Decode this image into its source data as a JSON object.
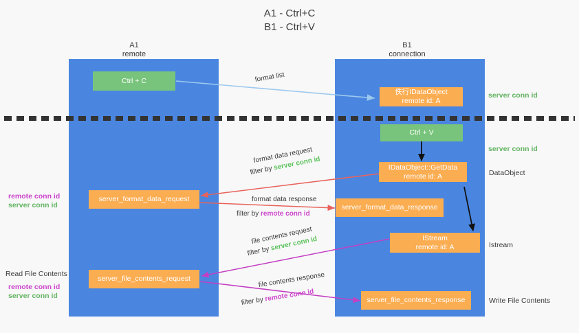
{
  "title": {
    "line1": "A1 - Ctrl+C",
    "line2": "B1 - Ctrl+V"
  },
  "colors": {
    "lane": "#4a86e0",
    "node_green": "#79c47c",
    "node_orange": "#fbad52",
    "server_conn_id": "#64b464",
    "remote_conn_id": "#cc46cc",
    "arrow_light_blue": "#9ec9ef",
    "arrow_red": "#e8635c",
    "arrow_magenta": "#c33fc3",
    "arrow_black": "#111111",
    "background": "#f8f8f8"
  },
  "columns": [
    {
      "name": "A1",
      "sub": "remote"
    },
    {
      "name": "B1",
      "sub": "connection"
    }
  ],
  "nodes": [
    {
      "id": "ctrl-c",
      "type": "green",
      "line1": "Ctrl + C",
      "line2": ""
    },
    {
      "id": "idataobject",
      "type": "orange",
      "line1": "佚行IDataObject",
      "line2": "remote id: A"
    },
    {
      "id": "ctrl-v",
      "type": "green",
      "line1": "Ctrl + V",
      "line2": ""
    },
    {
      "id": "getdata",
      "type": "orange",
      "line1": "IDataObject::GetData",
      "line2": "remote id: A"
    },
    {
      "id": "format-data-request",
      "type": "orange",
      "line1": "server_format_data_request",
      "line2": ""
    },
    {
      "id": "format-data-response",
      "type": "orange",
      "line1": "server_format_data_response",
      "line2": ""
    },
    {
      "id": "istream",
      "type": "orange",
      "line1": "IStream",
      "line2": "remote id: A"
    },
    {
      "id": "file-contents-request",
      "type": "orange",
      "line1": "server_file_contents_request",
      "line2": ""
    },
    {
      "id": "file-contents-response",
      "type": "orange",
      "line1": "server_file_contents_response",
      "line2": ""
    }
  ],
  "right_labels": [
    {
      "id": "server-conn-id-1",
      "text": "server conn id",
      "style": "green"
    },
    {
      "id": "server-conn-id-2",
      "text": "server conn id",
      "style": "green"
    },
    {
      "id": "dataobject",
      "text": "DataObject",
      "style": "plain"
    },
    {
      "id": "istream",
      "text": "Istream",
      "style": "plain"
    },
    {
      "id": "write-file-contents",
      "text": "Write File Contents",
      "style": "plain"
    }
  ],
  "left_labels": [
    {
      "id": "remote-conn-id-1",
      "text": "remote conn id",
      "style": "magenta"
    },
    {
      "id": "server-conn-id-1",
      "text": "server conn id",
      "style": "green"
    },
    {
      "id": "read-file-contents",
      "text": "Read File Contents",
      "style": "plain"
    },
    {
      "id": "remote-conn-id-2",
      "text": "remote conn id",
      "style": "magenta"
    },
    {
      "id": "server-conn-id-2",
      "text": "server conn id",
      "style": "green"
    }
  ],
  "edge_labels": {
    "format_list": "format list",
    "format_data_request": "format data request",
    "format_data_request_filter_prefix": "filter by ",
    "format_data_request_filter_value": "server conn id",
    "format_data_response": "format data response",
    "format_data_response_filter_prefix": "filter by ",
    "format_data_response_filter_value": "remote conn id",
    "file_contents_request": "file contents request",
    "file_contents_request_filter_prefix": "filter by ",
    "file_contents_request_filter_value": "server conn id",
    "file_contents_response": "file contents response",
    "file_contents_response_filter_prefix": "filter by ",
    "file_contents_response_filter_value": "remote conn id"
  }
}
